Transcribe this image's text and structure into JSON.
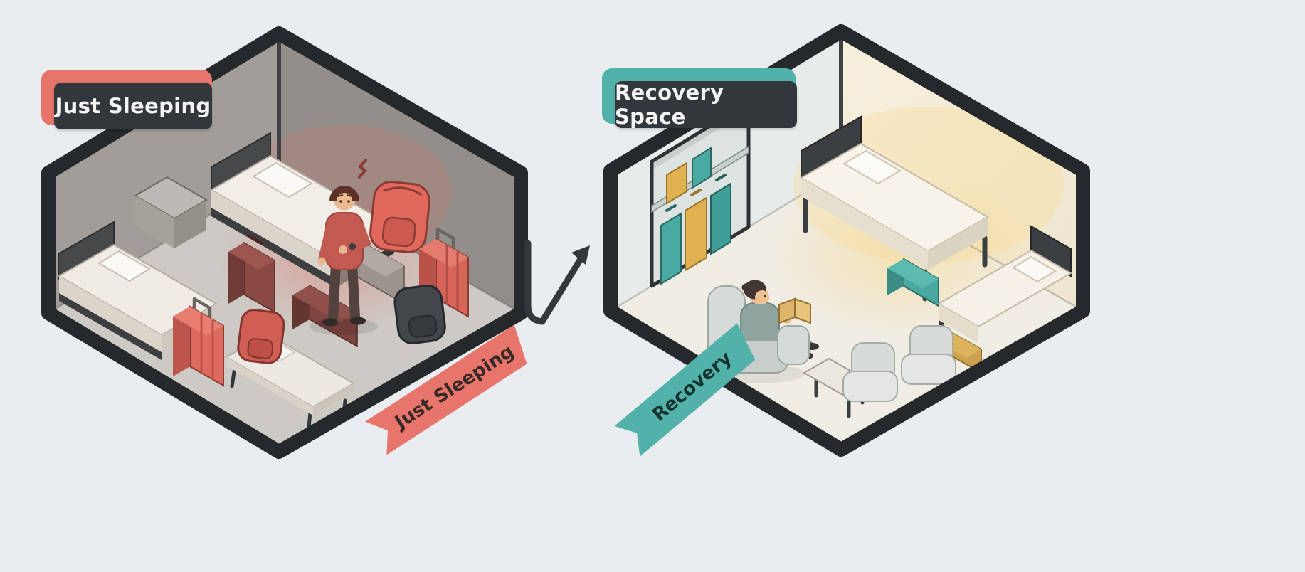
{
  "background": "#e9edf0",
  "colors": {
    "bad_accent": "#e8756b",
    "good_accent": "#52b2aa",
    "badge_bg": "#31373a",
    "badge_text": "#f3f4f3",
    "ribbon_text_bad": "#3a2a26",
    "ribbon_text_good": "#14332f",
    "outline": "#26292b"
  },
  "left_room": {
    "badge_label": "Just Sleeping",
    "ribbon_label": "Just Sleeping"
  },
  "right_room": {
    "badge_label": "Recovery Space",
    "ribbon_label": "Recovery"
  },
  "connector": {
    "icon": "branch-arrow-icon"
  }
}
